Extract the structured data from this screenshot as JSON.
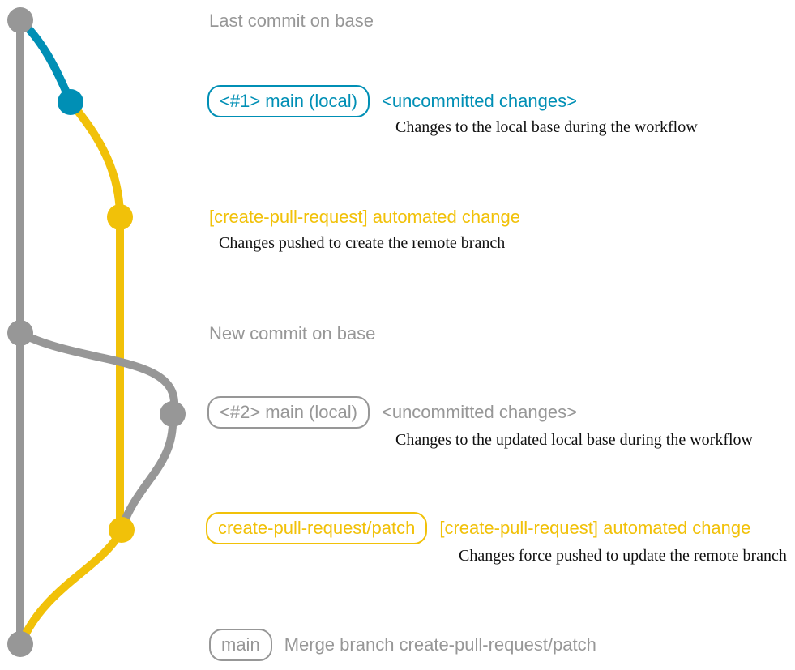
{
  "colors": {
    "base_gray": "#979797",
    "local_teal": "#008fb5",
    "patch_yellow": "#f1c109",
    "caption_black": "#111111"
  },
  "sections": {
    "top": {
      "heading": "Last commit on base"
    },
    "branch1": {
      "box_label": "<#1> main (local)",
      "status": "<uncommitted changes>",
      "caption": "Changes to the local base during the workflow"
    },
    "commit1": {
      "message": "[create-pull-request] automated change",
      "caption": "Changes pushed to create the remote branch"
    },
    "middle": {
      "heading": "New commit on base"
    },
    "branch2": {
      "box_label": "<#2> main (local)",
      "status": "<uncommitted changes>",
      "caption": "Changes to the updated local base during the workflow"
    },
    "commit2": {
      "box_label": "create-pull-request/patch",
      "message": "[create-pull-request] automated change",
      "caption": "Changes force pushed to update the remote branch"
    },
    "merge": {
      "box_label": "main",
      "message": "Merge branch create-pull-request/patch"
    }
  }
}
